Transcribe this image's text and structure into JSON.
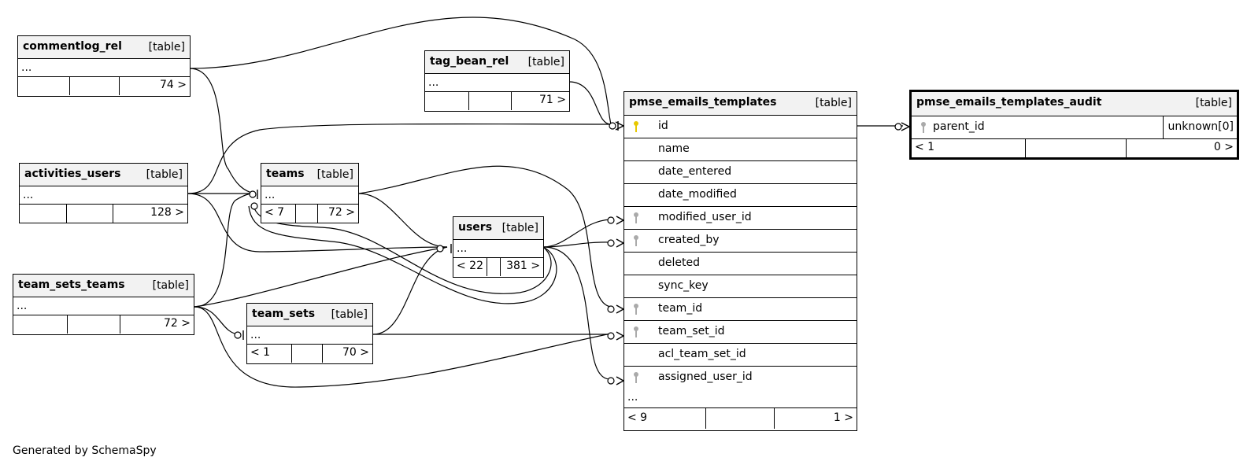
{
  "tables": {
    "commentlog_rel": {
      "name": "commentlog_rel",
      "kind": "[table]",
      "more": "...",
      "footer": [
        "",
        "",
        "74 >"
      ]
    },
    "tag_bean_rel": {
      "name": "tag_bean_rel",
      "kind": "[table]",
      "more": "...",
      "footer": [
        "",
        "",
        "71 >"
      ]
    },
    "activities_users": {
      "name": "activities_users",
      "kind": "[table]",
      "more": "...",
      "footer": [
        "",
        "",
        "128 >"
      ]
    },
    "teams": {
      "name": "teams",
      "kind": "[table]",
      "more": "...",
      "footer": [
        "< 7",
        "",
        "72 >"
      ]
    },
    "users": {
      "name": "users",
      "kind": "[table]",
      "more": "...",
      "footer": [
        "< 22",
        "",
        "381 >"
      ]
    },
    "team_sets_teams": {
      "name": "team_sets_teams",
      "kind": "[table]",
      "more": "...",
      "footer": [
        "",
        "",
        "72 >"
      ]
    },
    "team_sets": {
      "name": "team_sets",
      "kind": "[table]",
      "more": "...",
      "footer": [
        "< 1",
        "",
        "70 >"
      ]
    },
    "pmse_emails_templates": {
      "name": "pmse_emails_templates",
      "kind": "[table]",
      "columns": [
        {
          "name": "id",
          "key": "primary"
        },
        {
          "name": "name",
          "key": "none"
        },
        {
          "name": "date_entered",
          "key": "none"
        },
        {
          "name": "date_modified",
          "key": "none"
        },
        {
          "name": "modified_user_id",
          "key": "foreign"
        },
        {
          "name": "created_by",
          "key": "foreign"
        },
        {
          "name": "deleted",
          "key": "none"
        },
        {
          "name": "sync_key",
          "key": "none"
        },
        {
          "name": "team_id",
          "key": "foreign"
        },
        {
          "name": "team_set_id",
          "key": "foreign"
        },
        {
          "name": "acl_team_set_id",
          "key": "none"
        },
        {
          "name": "assigned_user_id",
          "key": "foreign"
        }
      ],
      "more": "...",
      "footer": [
        "< 9",
        "",
        "1 >"
      ]
    },
    "pmse_emails_templates_audit": {
      "name": "pmse_emails_templates_audit",
      "kind": "[table]",
      "column": {
        "name": "parent_id",
        "type": "unknown[0]",
        "key": "foreign"
      },
      "footer": [
        "< 1",
        "",
        "0 >"
      ]
    }
  },
  "generated_by": "Generated by SchemaSpy",
  "colors": {
    "header_bg": "#f2f2f2",
    "primary_key": "#e8c800",
    "foreign_key": "#aaaaaa",
    "line": "#000000"
  }
}
